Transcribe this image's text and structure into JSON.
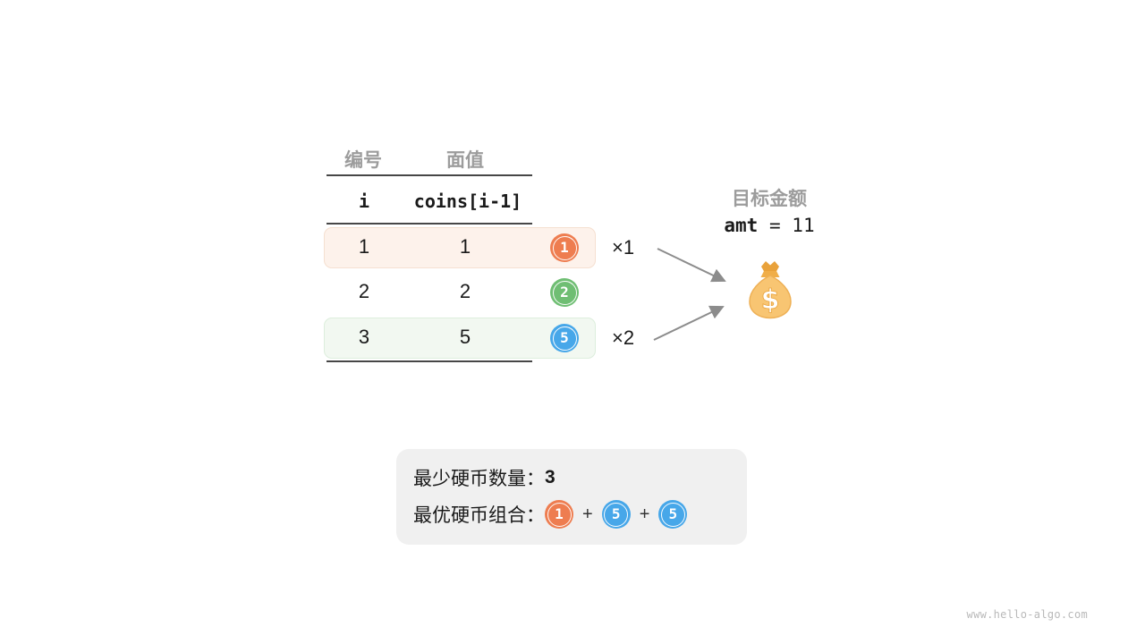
{
  "table": {
    "col_headers": {
      "id": "编号",
      "value": "面值"
    },
    "sub_headers": {
      "i": "i",
      "coins": "coins[i-1]"
    },
    "rows": [
      {
        "i": "1",
        "value": "1",
        "coin": "1",
        "color": "orange",
        "multiplier": "×1"
      },
      {
        "i": "2",
        "value": "2",
        "coin": "2",
        "color": "green",
        "multiplier": ""
      },
      {
        "i": "3",
        "value": "5",
        "coin": "5",
        "color": "blue",
        "multiplier": "×2"
      }
    ]
  },
  "target": {
    "label": "目标金额",
    "code_var": "amt",
    "equals": "=",
    "amount": "11",
    "bag_symbol": "$"
  },
  "result": {
    "min_label": "最少硬币数量：",
    "min_value": "3",
    "combo_label": "最优硬币组合：",
    "combo_coins": [
      {
        "coin": "1",
        "color": "orange"
      },
      {
        "coin": "5",
        "color": "blue"
      },
      {
        "coin": "5",
        "color": "blue"
      }
    ],
    "plus": "+"
  },
  "watermark": "www.hello-algo.com",
  "colors": {
    "orange": "#ee7d50",
    "green": "#6fbe73",
    "blue": "#47a7e9",
    "arrow": "#8c8c8c",
    "bag_body": "#f8c572",
    "bag_knot": "#e9a23b"
  }
}
